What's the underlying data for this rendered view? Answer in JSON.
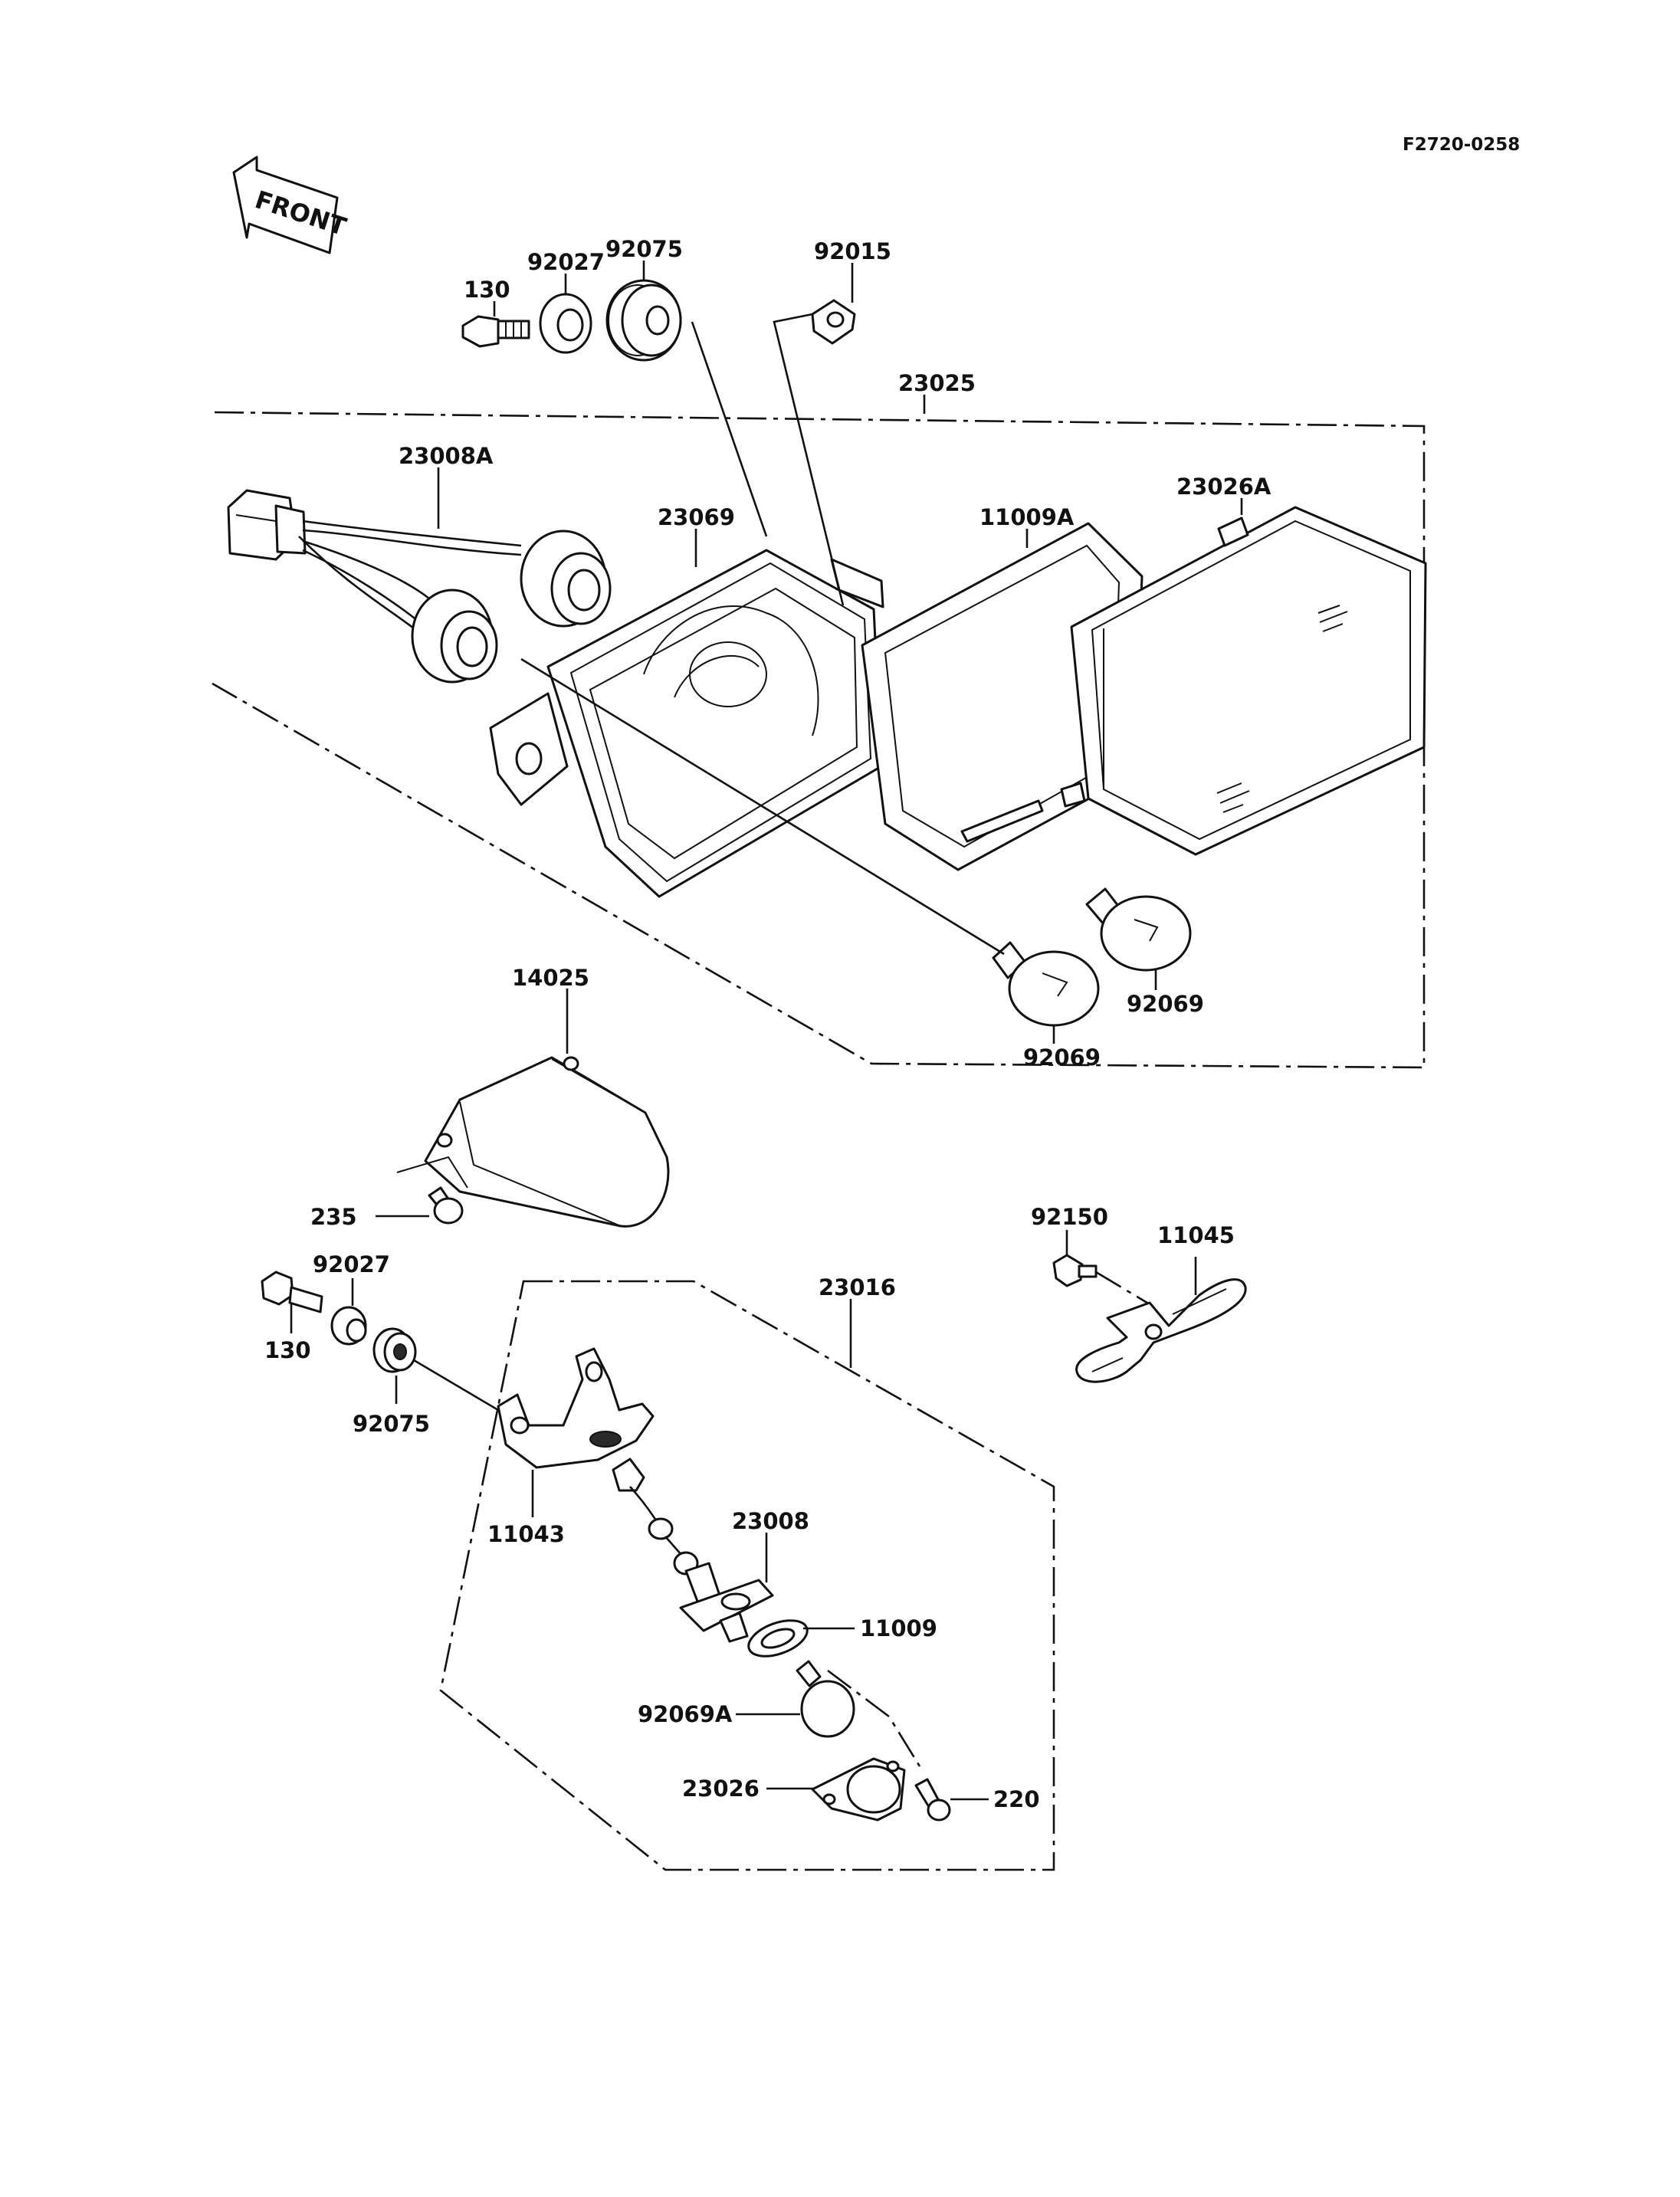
{
  "drawing_code": "F2720-0258",
  "direction_label": "FRONT",
  "parts": {
    "p130_top": "130",
    "p92027_top": "92027",
    "p92075_top": "92075",
    "p92015": "92015",
    "p23025": "23025",
    "p23008A": "23008A",
    "p23069": "23069",
    "p11009A": "11009A",
    "p23026A": "23026A",
    "p92069_right": "92069",
    "p92069_lower": "92069",
    "p14025": "14025",
    "p235": "235",
    "p92027_bottom": "92027",
    "p130_bottom": "130",
    "p92075_bottom": "92075",
    "p23016": "23016",
    "p11043": "11043",
    "p23008": "23008",
    "p11009": "11009",
    "p92069A": "92069A",
    "p23026": "23026",
    "p220": "220",
    "p92150": "92150",
    "p11045": "11045"
  }
}
